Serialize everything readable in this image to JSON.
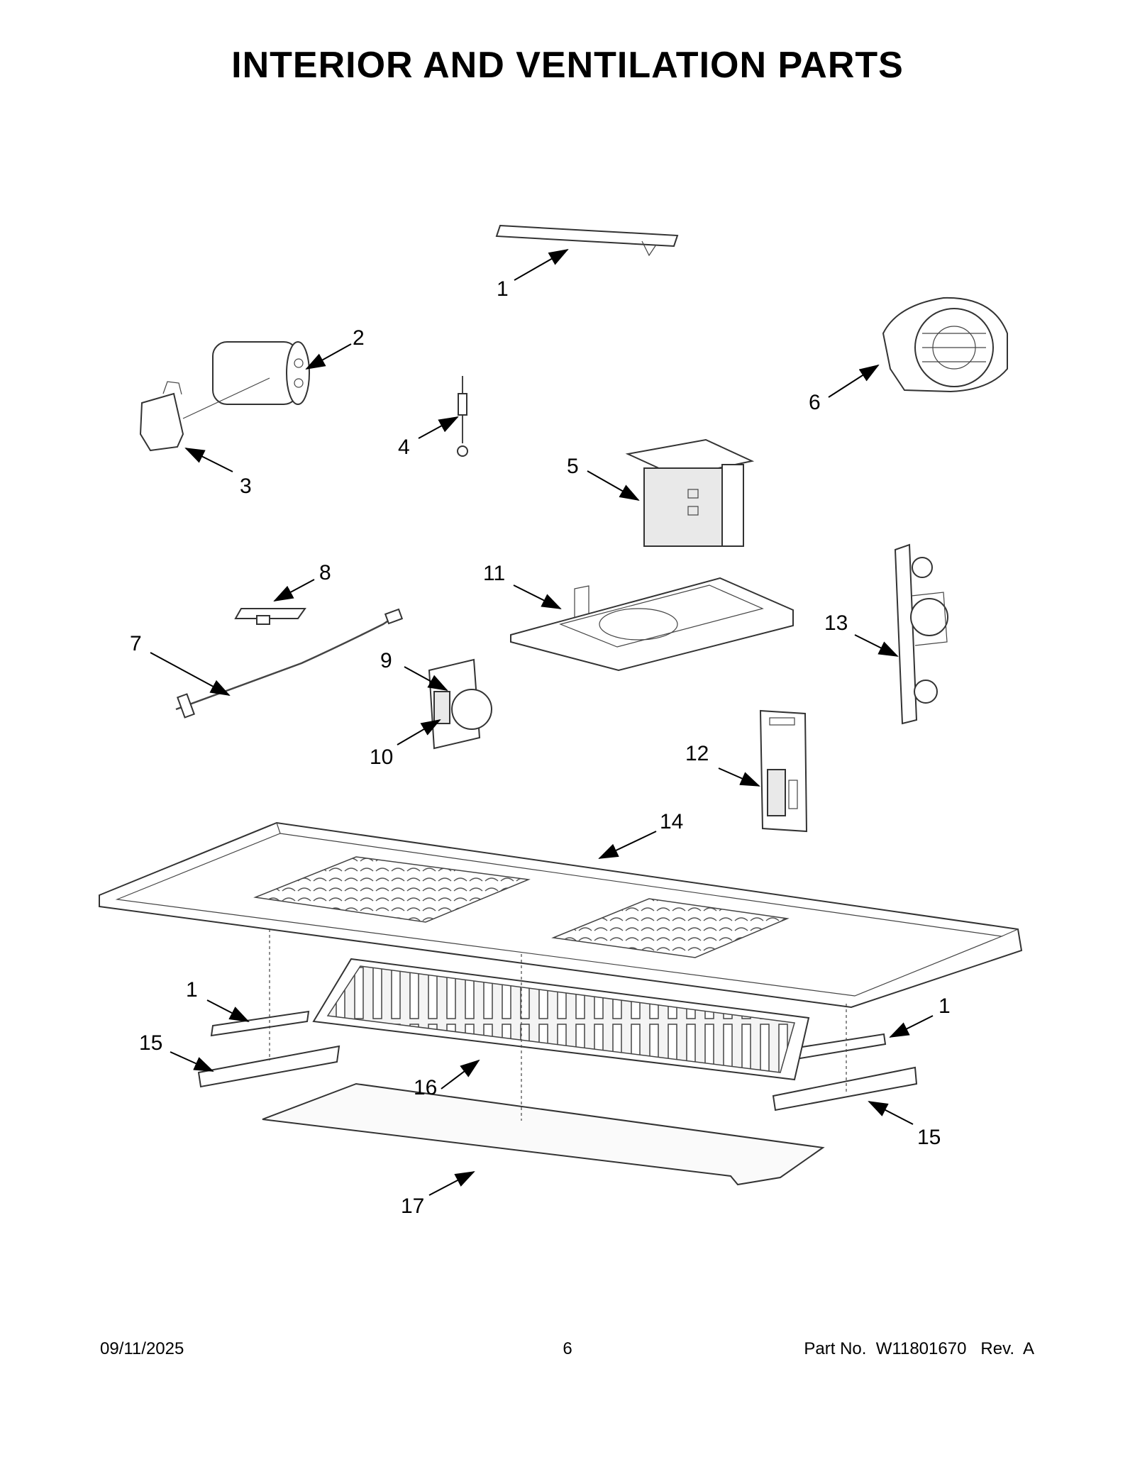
{
  "title": "INTERIOR AND VENTILATION PARTS",
  "callouts": [
    "1",
    "2",
    "3",
    "4",
    "5",
    "6",
    "7",
    "8",
    "9",
    "10",
    "11",
    "12",
    "13",
    "14",
    "1",
    "15",
    "16",
    "1",
    "15",
    "17"
  ],
  "footer": {
    "date": "09/11/2025",
    "page": "6",
    "part": "Part No.  W11801670   Rev.  A"
  }
}
